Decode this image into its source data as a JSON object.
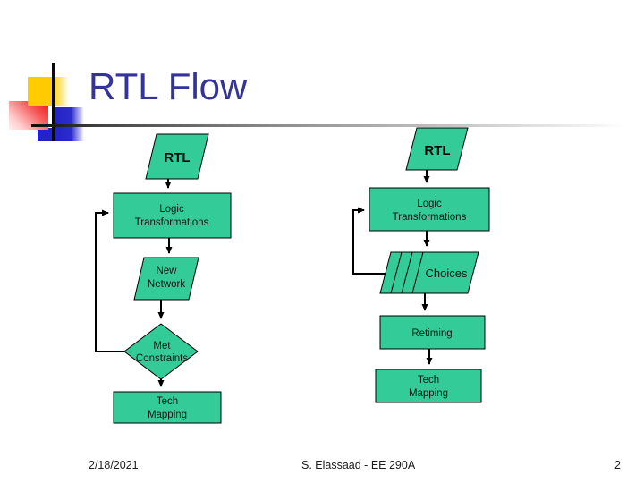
{
  "slide": {
    "title": "RTL Flow",
    "footer": {
      "date": "2/18/2021",
      "credit": "S. Elassaad - EE 290A",
      "page_number": "2"
    }
  },
  "colors": {
    "shape_fill": "#33CC99",
    "shape_stroke": "#000000",
    "title_text": "#333399",
    "decor_yellow": "#FFCC00",
    "decor_red": "#EE1010",
    "decor_blue": "#2424C4"
  },
  "diagram": {
    "left_flow": {
      "rtl_label": "RTL",
      "logic_line1": "Logic",
      "logic_line2": "Transformations",
      "network_line1": "New",
      "network_line2": "Network",
      "constraints_line1": "Met",
      "constraints_line2": "Constraints",
      "tech_line1": "Tech",
      "tech_line2": "Mapping"
    },
    "right_flow": {
      "rtl_label": "RTL",
      "logic_line1": "Logic",
      "logic_line2": "Transformations",
      "choices_label": "Choices",
      "retiming_label": "Retiming",
      "tech_line1": "Tech",
      "tech_line2": "Mapping"
    }
  }
}
